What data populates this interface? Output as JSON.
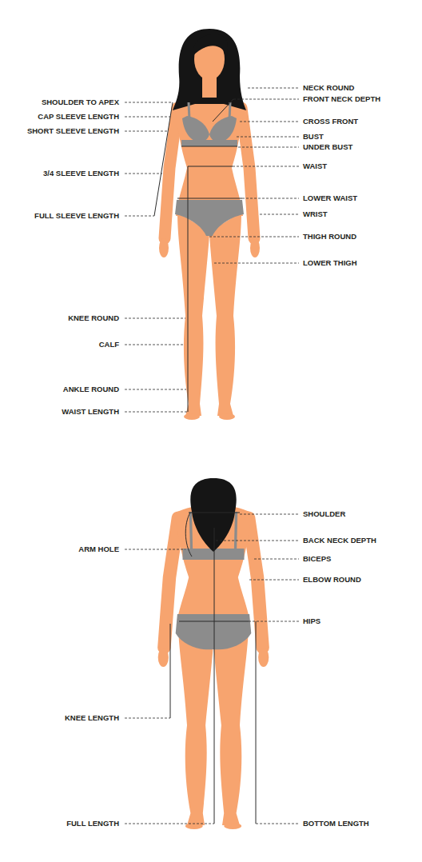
{
  "diagram": {
    "labels": [
      "NECK ROUND",
      "SHOULDER TO APEX",
      "FRONT NECK DEPTH",
      "CAP SLEEVE LENGTH",
      "CROSS FRONT",
      "SHORT SLEEVE LENGTH",
      "BUST",
      "UNDER BUST",
      "WAIST",
      "3/4 SLEEVE LENGTH",
      "LOWER WAIST",
      "WRIST",
      "FULL SLEEVE LENGTH",
      "THIGH ROUND",
      "LOWER THIGH",
      "KNEE ROUND",
      "CALF",
      "ANKLE ROUND",
      "WAIST LENGTH",
      "SHOULDER",
      "BACK NECK DEPTH",
      "ARM HOLE",
      "BICEPS",
      "ELBOW ROUND",
      "HIPS",
      "KNEE LENGTH",
      "FULL LENGTH",
      "BOTTOM LENGTH"
    ]
  }
}
